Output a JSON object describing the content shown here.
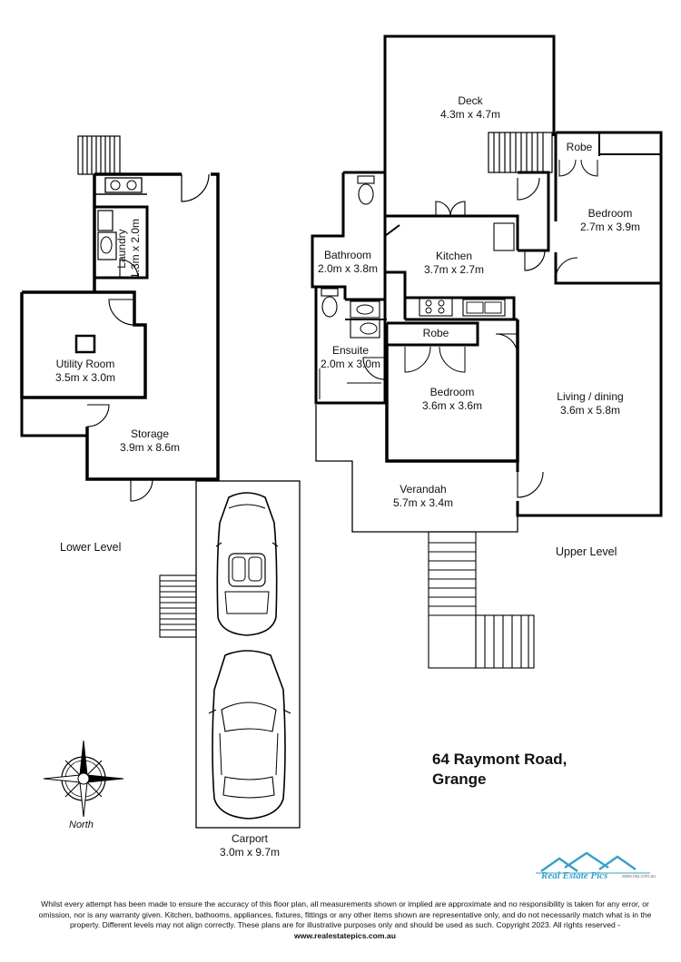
{
  "rooms": {
    "deck": {
      "name": "Deck",
      "size": "4.3m x 4.7m"
    },
    "robe_upper": {
      "name": "Robe"
    },
    "bedroom_upper": {
      "name": "Bedroom",
      "size": "2.7m x 3.9m"
    },
    "kitchen": {
      "name": "Kitchen",
      "size": "3.7m x 2.7m"
    },
    "bathroom": {
      "name": "Bathroom",
      "size": "2.0m x 3.8m"
    },
    "ensuite": {
      "name": "Ensuite",
      "size": "2.0m x 3.0m"
    },
    "robe_lower": {
      "name": "Robe"
    },
    "bedroom_main": {
      "name": "Bedroom",
      "size": "3.6m x 3.6m"
    },
    "living": {
      "name": "Living / dining",
      "size": "3.6m x 5.8m"
    },
    "verandah": {
      "name": "Verandah",
      "size": "5.7m x 3.4m"
    },
    "laundry": {
      "name": "Laundry",
      "size": "1.3m x 2.0m"
    },
    "utility": {
      "name": "Utility Room",
      "size": "3.5m x 3.0m"
    },
    "storage": {
      "name": "Storage",
      "size": "3.9m x 8.6m"
    },
    "carport": {
      "name": "Carport",
      "size": "3.0m x 9.7m"
    }
  },
  "levels": {
    "lower": "Lower Level",
    "upper": "Upper Level"
  },
  "address": {
    "line1": "64 Raymont Road,",
    "line2": "Grange"
  },
  "compass": {
    "label": "North",
    "icon": "compass-rose-icon"
  },
  "logo": {
    "text": "Real Estate Pics",
    "sub": "www.rep.com.au",
    "icon": "house-roof-logo-icon",
    "color": "#3aa0c8"
  },
  "disclaimer": {
    "line1": "Whilst every attempt has been made to ensure the accuracy of this floor plan, all measurements shown or implied are approximate and no responsibility is taken for any error, or omission,",
    "line2": "nor is any warranty given.  Kitchen, bathooms, appliances, fixtures, fittings or any  other items shown  are representative only, and do not necessarily match what is in the property.  Different",
    "line3": "levels may not align correctly.  These plans are for illustrative purposes only and should be used as such.  Copyright 2023.  All rights reserved - ",
    "url": "www.realestatepics.com.au"
  }
}
